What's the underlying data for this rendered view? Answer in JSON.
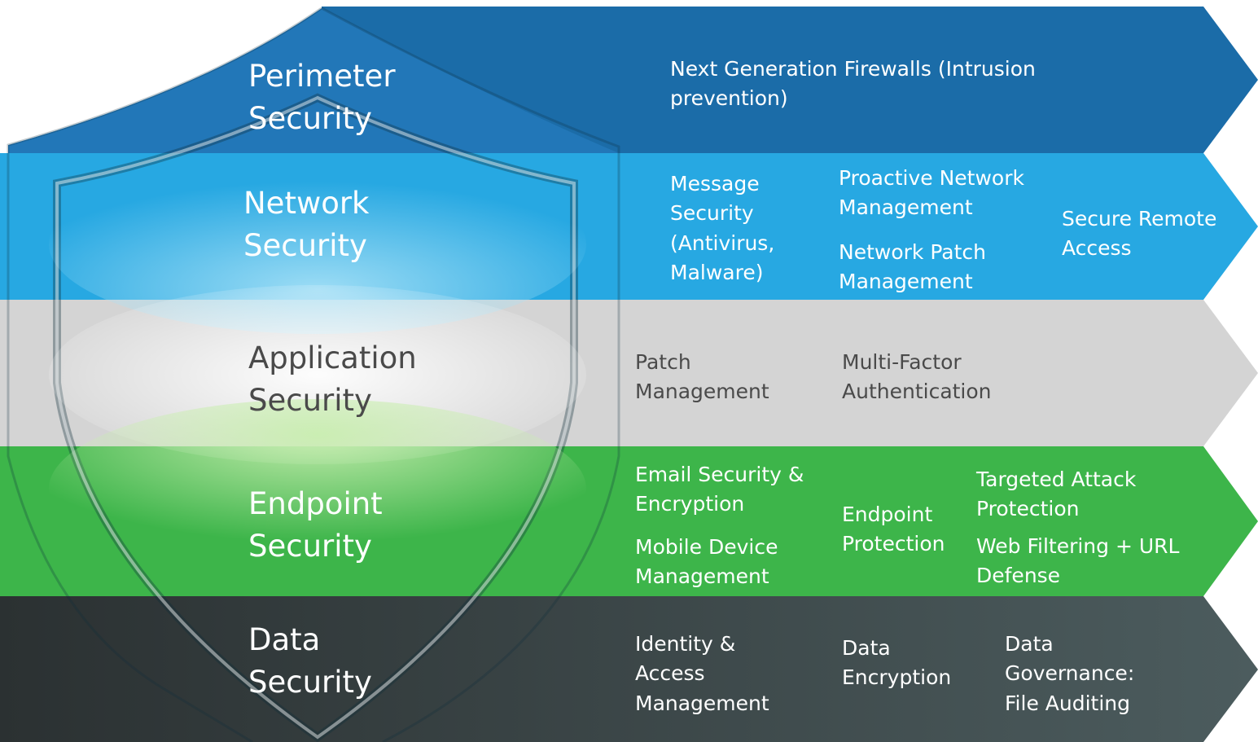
{
  "colors": {
    "perimeter": "#1b6ca8",
    "network": "#27a8e2",
    "application": "#d4d4d4",
    "endpoint": "#3db54a",
    "data": "#3e4a4c"
  },
  "layers": [
    {
      "name_line1": "Perimeter",
      "name_line2": "Security",
      "items": [
        "Next Generation Firewalls (Intrusion",
        "prevention)"
      ]
    },
    {
      "name_line1": "Network",
      "name_line2": "Security",
      "items": [
        [
          "Message",
          "Security",
          "(Antivirus,",
          "Malware)"
        ],
        [
          "Proactive Network",
          "Management"
        ],
        [
          "Network Patch",
          "Management"
        ],
        [
          "Secure Remote",
          "Access"
        ]
      ]
    },
    {
      "name_line1": "Application",
      "name_line2": "Security",
      "items": [
        [
          "Patch",
          "Management"
        ],
        [
          "Multi-Factor",
          "Authentication"
        ]
      ]
    },
    {
      "name_line1": "Endpoint",
      "name_line2": "Security",
      "items": [
        [
          "Email Security &",
          "Encryption"
        ],
        [
          "Mobile Device",
          "Management"
        ],
        [
          "Endpoint",
          "Protection"
        ],
        [
          "Targeted Attack",
          "Protection"
        ],
        [
          "Web Filtering + URL",
          "Defense"
        ]
      ]
    },
    {
      "name_line1": "Data",
      "name_line2": "Security",
      "items": [
        [
          "Identity &",
          "Access",
          "Management"
        ],
        [
          "Data",
          "Encryption"
        ],
        [
          "Data",
          "Governance:",
          "File Auditing"
        ]
      ]
    }
  ]
}
